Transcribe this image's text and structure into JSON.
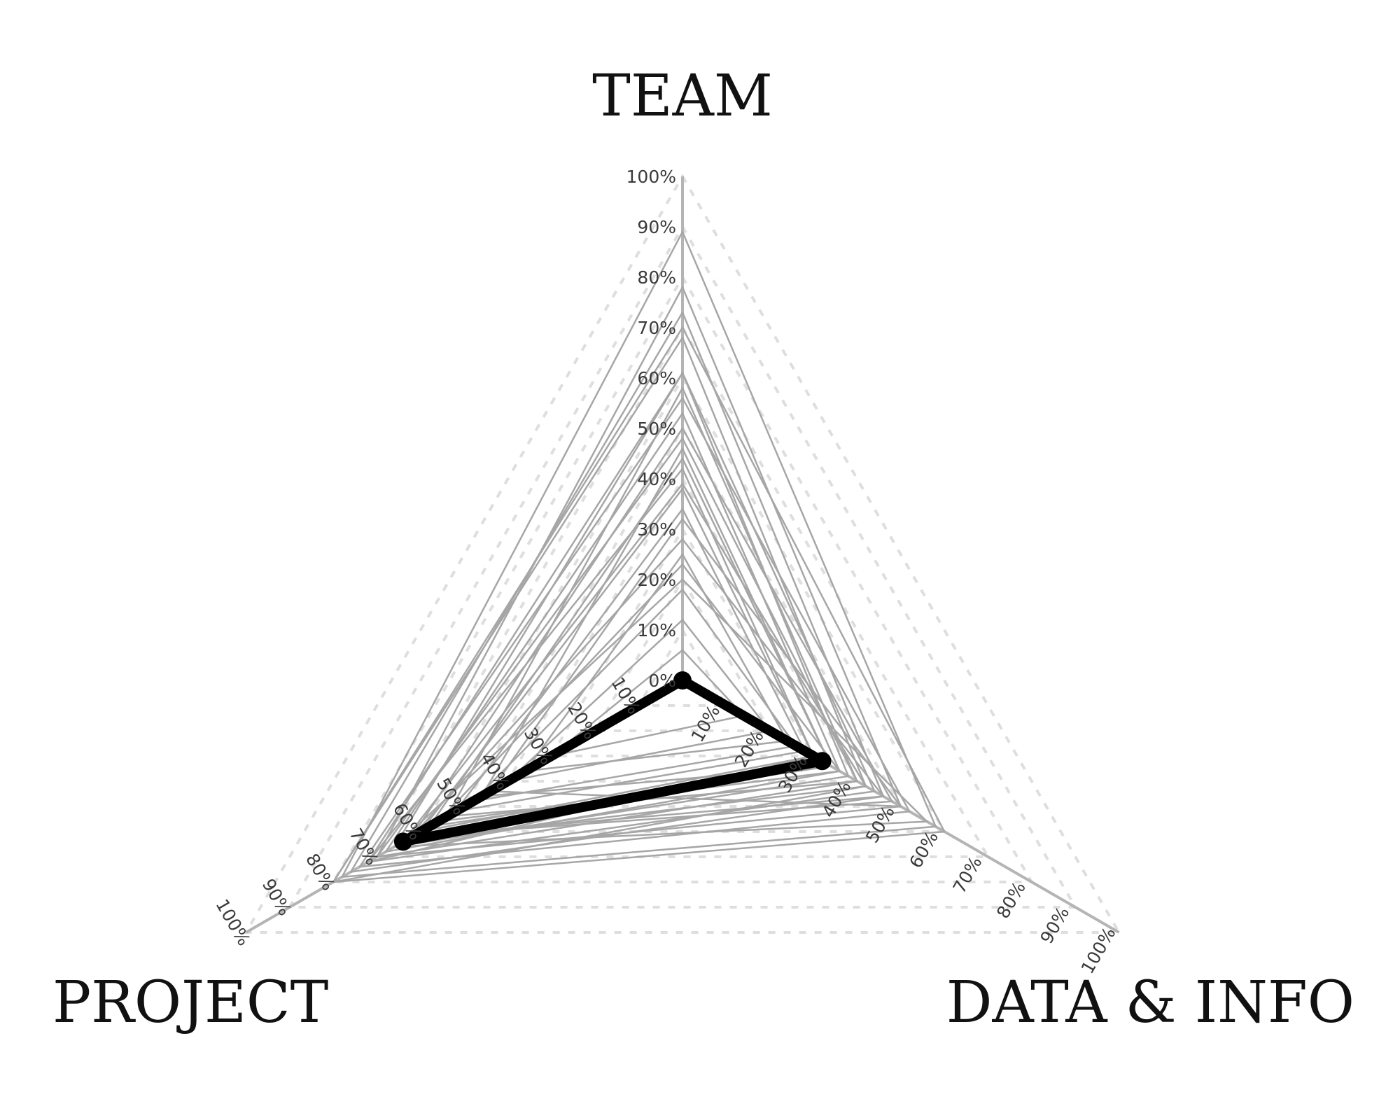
{
  "chart_data": {
    "type": "radar",
    "axes": [
      "TEAM",
      "DATA & INFO",
      "PROJECT"
    ],
    "ticks": [
      "0%",
      "10%",
      "20%",
      "30%",
      "40%",
      "50%",
      "60%",
      "70%",
      "80%",
      "90%",
      "100%"
    ],
    "range": [
      0,
      100
    ],
    "grid": "dashed triangles",
    "highlighted": {
      "values": [
        0,
        32,
        64
      ]
    },
    "background_series": [
      [
        89,
        58,
        78
      ],
      [
        78,
        50,
        70
      ],
      [
        73,
        46,
        76
      ],
      [
        68,
        42,
        80
      ],
      [
        61,
        44,
        72
      ],
      [
        61,
        38,
        66
      ],
      [
        56,
        52,
        74
      ],
      [
        53,
        36,
        68
      ],
      [
        50,
        48,
        62
      ],
      [
        48,
        40,
        70
      ],
      [
        44,
        34,
        58
      ],
      [
        39,
        42,
        64
      ],
      [
        38,
        30,
        60
      ],
      [
        34,
        28,
        52
      ],
      [
        28,
        46,
        62
      ],
      [
        23,
        36,
        56
      ],
      [
        18,
        26,
        48
      ],
      [
        12,
        20,
        40
      ],
      [
        6,
        14,
        30
      ],
      [
        20,
        56,
        66
      ],
      [
        42,
        30,
        72
      ],
      [
        58,
        40,
        54
      ],
      [
        32,
        50,
        44
      ],
      [
        70,
        60,
        80
      ],
      [
        25,
        24,
        36
      ],
      [
        46,
        34,
        46
      ]
    ]
  }
}
